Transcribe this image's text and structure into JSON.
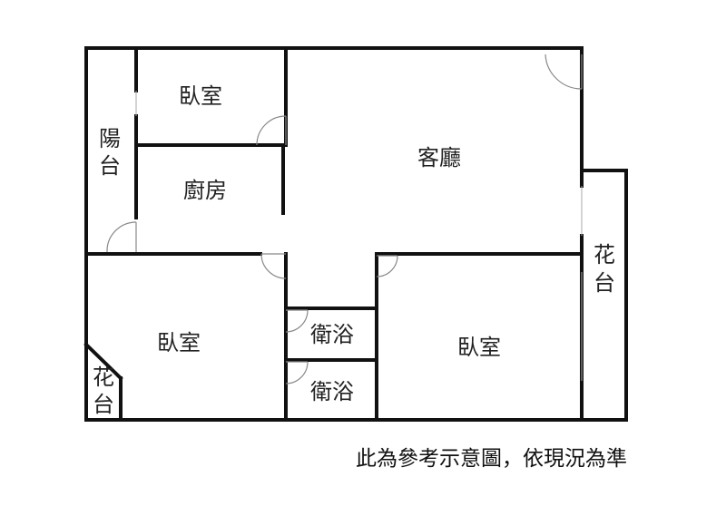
{
  "rooms": {
    "bedroom_top": "臥室",
    "living_room": "客廳",
    "kitchen": "廚房",
    "balcony": [
      "陽",
      "台"
    ],
    "planter_right": [
      "花",
      "台"
    ],
    "planter_left": [
      "花",
      "台"
    ],
    "bedroom_bottom_left": "臥室",
    "bathroom_1": "衛浴",
    "bathroom_2": "衛浴",
    "bedroom_bottom_right": "臥室"
  },
  "note": "此為參考示意圖，依現況為準",
  "colors": {
    "wall": "#111111",
    "door": "#888888"
  }
}
